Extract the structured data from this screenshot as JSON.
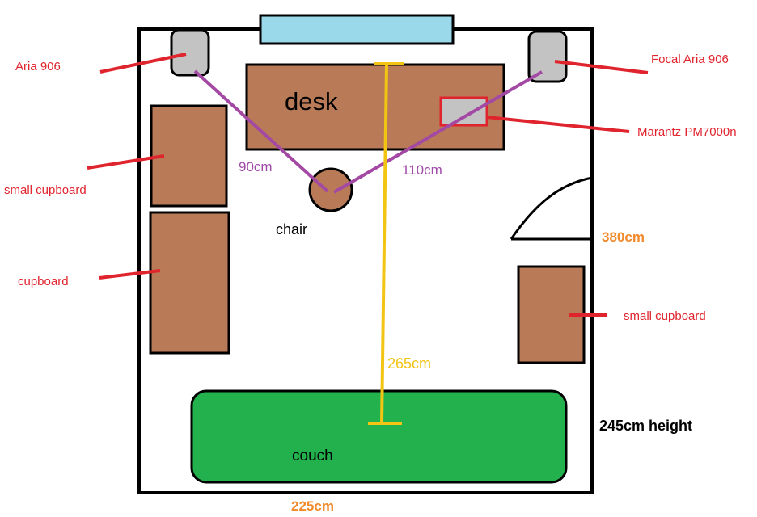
{
  "labels": {
    "desk": "desk",
    "chair": "chair",
    "couch": "couch",
    "left_speaker": "Aria 906",
    "right_speaker": "Focal Aria 906",
    "amplifier": "Marantz PM7000n",
    "small_cupboard_left": "small cupboard",
    "cupboard": "cupboard",
    "small_cupboard_right": "small cupboard"
  },
  "measurements": {
    "left_to_chair": "90cm",
    "right_to_chair": "110cm",
    "desk_to_couch": "265cm",
    "room_length": "380cm",
    "room_width": "225cm",
    "room_height": "245cm height"
  },
  "colors": {
    "wall": "#000000",
    "furniture": "#b97a57",
    "window": "#99d9ea",
    "speaker": "#c3c3c3",
    "couch": "#22b14c",
    "pointer": "#e0242e",
    "distance_line": "#a349a4",
    "center_line": "#f2c414",
    "dimension_text": "#f08a2c"
  }
}
